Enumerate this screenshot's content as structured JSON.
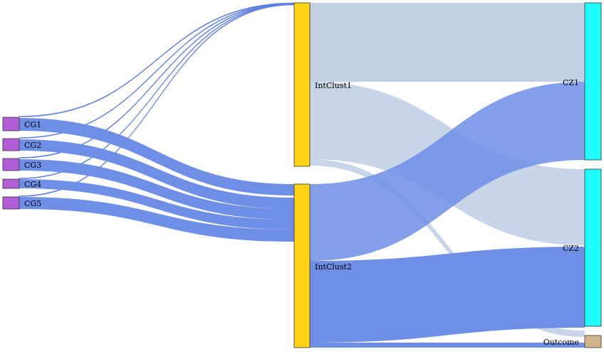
{
  "diagram": {
    "type": "sankey",
    "colors": {
      "cg_node": "#b35ed9",
      "intclust_node": "#ffd418",
      "cz_node": "#1efdfb",
      "outcome_node": "#d2b48c",
      "link_intclust1": "#c2d0e5",
      "link_blue": "#6f8ee6",
      "link_thin": "#5f7fe0"
    },
    "nodes": [
      {
        "id": "CG1",
        "label": "CG1"
      },
      {
        "id": "CG2",
        "label": "CG2"
      },
      {
        "id": "CG3",
        "label": "CG3"
      },
      {
        "id": "CG4",
        "label": "CG4"
      },
      {
        "id": "CG5",
        "label": "CG5"
      },
      {
        "id": "IntClust1",
        "label": "IntClust1"
      },
      {
        "id": "IntClust2",
        "label": "IntClust2"
      },
      {
        "id": "CZ1",
        "label": "CZ1"
      },
      {
        "id": "CZ2",
        "label": "CZ2"
      },
      {
        "id": "Outcome",
        "label": "Outcome"
      }
    ],
    "links": [
      {
        "source": "CG1",
        "target": "IntClust1",
        "value": 0.1
      },
      {
        "source": "CG2",
        "target": "IntClust1",
        "value": 0.1
      },
      {
        "source": "CG3",
        "target": "IntClust1",
        "value": 0.1
      },
      {
        "source": "CG4",
        "target": "IntClust1",
        "value": 0.1
      },
      {
        "source": "CG5",
        "target": "IntClust1",
        "value": 0.1
      },
      {
        "source": "CG1",
        "target": "IntClust2",
        "value": 2.5
      },
      {
        "source": "CG2",
        "target": "IntClust2",
        "value": 2.5
      },
      {
        "source": "CG3",
        "target": "IntClust2",
        "value": 2.5
      },
      {
        "source": "CG4",
        "target": "IntClust2",
        "value": 2.5
      },
      {
        "source": "CG5",
        "target": "IntClust2",
        "value": 2.5
      },
      {
        "source": "IntClust1",
        "target": "CZ1",
        "value": 11
      },
      {
        "source": "IntClust1",
        "target": "CZ2",
        "value": 10.5
      },
      {
        "source": "IntClust1",
        "target": "Outcome",
        "value": 1
      },
      {
        "source": "IntClust2",
        "target": "CZ1",
        "value": 11
      },
      {
        "source": "IntClust2",
        "target": "CZ2",
        "value": 11.5
      },
      {
        "source": "IntClust2",
        "target": "Outcome",
        "value": 0.8
      }
    ]
  }
}
